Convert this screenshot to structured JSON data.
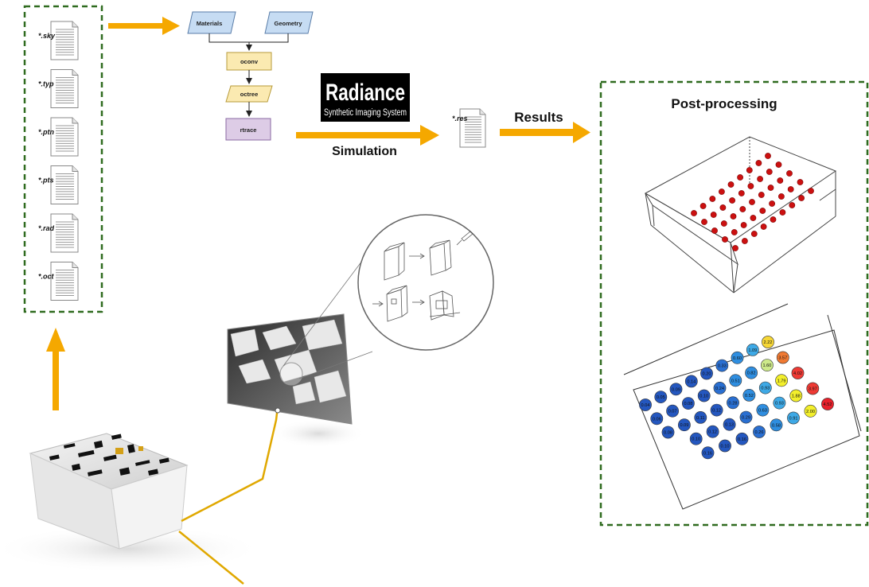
{
  "input_files": [
    {
      "label": "*.sky"
    },
    {
      "label": "*.typ"
    },
    {
      "label": "*.ptn"
    },
    {
      "label": "*.pts"
    },
    {
      "label": "*.rad"
    },
    {
      "label": "*.oct"
    }
  ],
  "flowchart": {
    "materials": "Materials",
    "geometry": "Geometry",
    "oconv": "oconv",
    "octree": "octree",
    "rtrace": "rtrace"
  },
  "radiance_logo": {
    "title": "Radiance",
    "subtitle": "Synthetic Imaging System"
  },
  "simulation_label": "Simulation",
  "result_file": "*.res",
  "results_label": "Results",
  "post_processing": {
    "title": "Post-processing"
  },
  "illuminance_values": [
    "2.22",
    "3.57",
    "4.02",
    "3.97",
    "4.52",
    "1.09",
    "1.60",
    "1.79",
    "1.88",
    "2.00",
    "0.60",
    "0.82",
    "0.93",
    "0.93",
    "0.91",
    "0.33",
    "0.51",
    "0.52",
    "0.63",
    "0.58",
    "0.20",
    "0.24",
    "0.28",
    "0.29",
    "0.26",
    "0.14",
    "0.10",
    "0.12",
    "0.13",
    "0.16",
    "0.09",
    "0.08",
    "0.11",
    "0.12",
    "0.10",
    "0.05",
    "0.07",
    "0.09",
    "0.10",
    "0.16",
    "0.04",
    "0.06",
    "0.08"
  ],
  "colors": {
    "arrow": "#f5a800",
    "dashed_border": "#2f6b1f",
    "flow_blue": "#c6dcf3",
    "flow_yellow": "#fbeab1",
    "flow_purple": "#ddcce6",
    "sensor_red": "#cc1010"
  }
}
